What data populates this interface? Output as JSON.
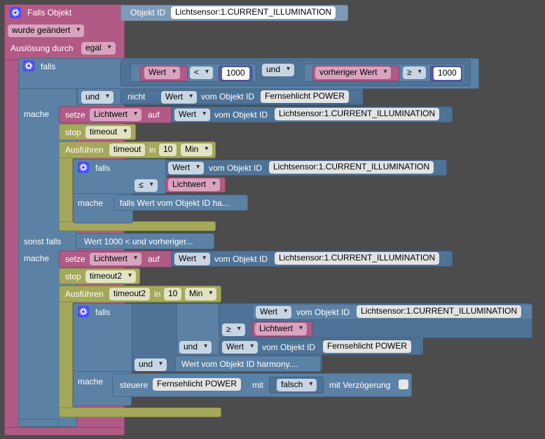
{
  "trigger": {
    "falls_objekt": "Falls Objekt",
    "objekt_id_label": "Objekt ID",
    "objekt_id_value": "Lichtsensor:1.CURRENT_ILLUMINATION",
    "wurde_geaendert": "wurde geändert",
    "ausloesung_durch": "Auslösung durch",
    "egal": "egal"
  },
  "if1": {
    "falls": "falls",
    "wert": "Wert",
    "lt": "<",
    "n1000a": "1000",
    "und1": "und",
    "vorheriger_wert": "vorheriger Wert",
    "ge": "≥",
    "n1000b": "1000",
    "und2": "und",
    "nicht": "nicht",
    "wert2": "Wert",
    "vom_objekt_id": "vom Objekt ID",
    "fernsehlicht_power": "Fernsehlicht POWER",
    "mache": "mache"
  },
  "setze1": {
    "setze": "setze",
    "var": "Lichtwert",
    "auf": "auf",
    "wert": "Wert",
    "vom_objekt_id": "vom Objekt ID",
    "obj": "Lichtsensor:1.CURRENT_ILLUMINATION"
  },
  "stop1": {
    "stop": "stop",
    "timeout": "timeout"
  },
  "ausf1": {
    "ausfuehren": "Ausführen",
    "timeout": "timeout",
    "in": "in",
    "n10": "10",
    "min": "Min",
    "falls": "falls",
    "wert": "Wert",
    "vom_objekt_id": "vom Objekt ID",
    "obj": "Lichtsensor:1.CURRENT_ILLUMINATION",
    "le": "≤",
    "lichtwert": "Lichtwert",
    "mache": "mache",
    "collapsed": "falls Wert vom Objekt ID ha..."
  },
  "sonst": {
    "sonst_falls": "sonst falls",
    "collapsed": "Wert 1000 < und vorheriger...",
    "mache": "mache"
  },
  "setze2": {
    "setze": "setze",
    "var": "Lichtwert",
    "auf": "auf",
    "wert": "Wert",
    "vom_objekt_id": "vom Objekt ID",
    "obj": "Lichtsensor:1.CURRENT_ILLUMINATION"
  },
  "stop2": {
    "stop": "stop",
    "timeout2": "timeout2"
  },
  "ausf2": {
    "ausfuehren": "Ausführen",
    "timeout2": "timeout2",
    "in": "in",
    "n10": "10",
    "min": "Min",
    "falls": "falls",
    "wert": "Wert",
    "vom_objekt_id": "vom Objekt ID",
    "obj": "Lichtsensor:1.CURRENT_ILLUMINATION",
    "ge": "≥",
    "lichtwert": "Lichtwert",
    "und1": "und",
    "wert2": "Wert",
    "vom_objekt_id2": "vom Objekt ID",
    "fernsehlicht_power": "Fernsehlicht POWER",
    "und2": "und",
    "collapsed": "Wert vom Objekt ID harmony....",
    "mache": "mache",
    "steuere": "steuere",
    "steuere_obj": "Fernsehlicht POWER",
    "mit": "mit",
    "falsch": "falsch",
    "mit_verzoegerung": "mit Verzögerung"
  },
  "colors": {
    "workspace": "#4c4c4c",
    "trigger_pink": "#b15a86",
    "logic_blue": "#5b81a5",
    "timer_olive": "#a5a75b",
    "number_purple": "#5b5ba5",
    "gear_blue": "#4a4aff"
  },
  "icons": [
    "gear-icon",
    "dropdown-arrow-icon",
    "checkbox-icon"
  ]
}
